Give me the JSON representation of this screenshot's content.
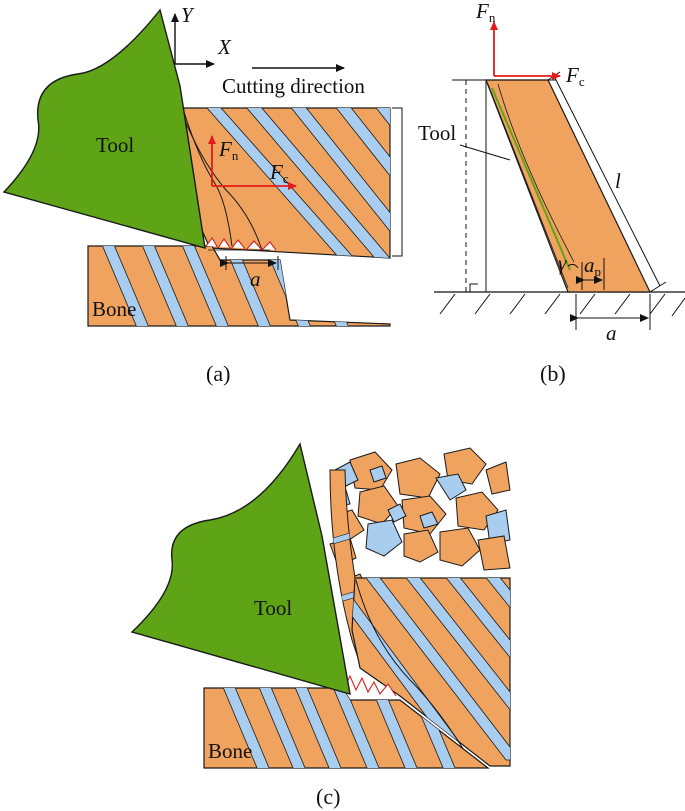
{
  "colors": {
    "tool": "#5ea416",
    "bone": "#f0a35e",
    "fiber": "#a9cdef",
    "outline": "#1a1a1a",
    "force": "#e41b1b",
    "crack": "#d71f1f"
  },
  "panel_a": {
    "axis_y": "Y",
    "axis_x": "X",
    "cutting_direction": "Cutting direction",
    "tool_label": "Tool",
    "bone_label": "Bone",
    "force_n": "F",
    "force_n_sub": "n",
    "force_c": "F",
    "force_c_sub": "c",
    "dim_a": "a",
    "caption": "(a)"
  },
  "panel_b": {
    "force_n": "F",
    "force_n_sub": "n",
    "force_c": "F",
    "force_c_sub": "c",
    "tool_label": "Tool",
    "length": "l",
    "angle": "γ",
    "dim_ap": "a",
    "dim_ap_sub": "p",
    "dim_a": "a",
    "caption": "(b)"
  },
  "panel_c": {
    "tool_label": "Tool",
    "bone_label": "Bone",
    "caption": "(c)"
  }
}
